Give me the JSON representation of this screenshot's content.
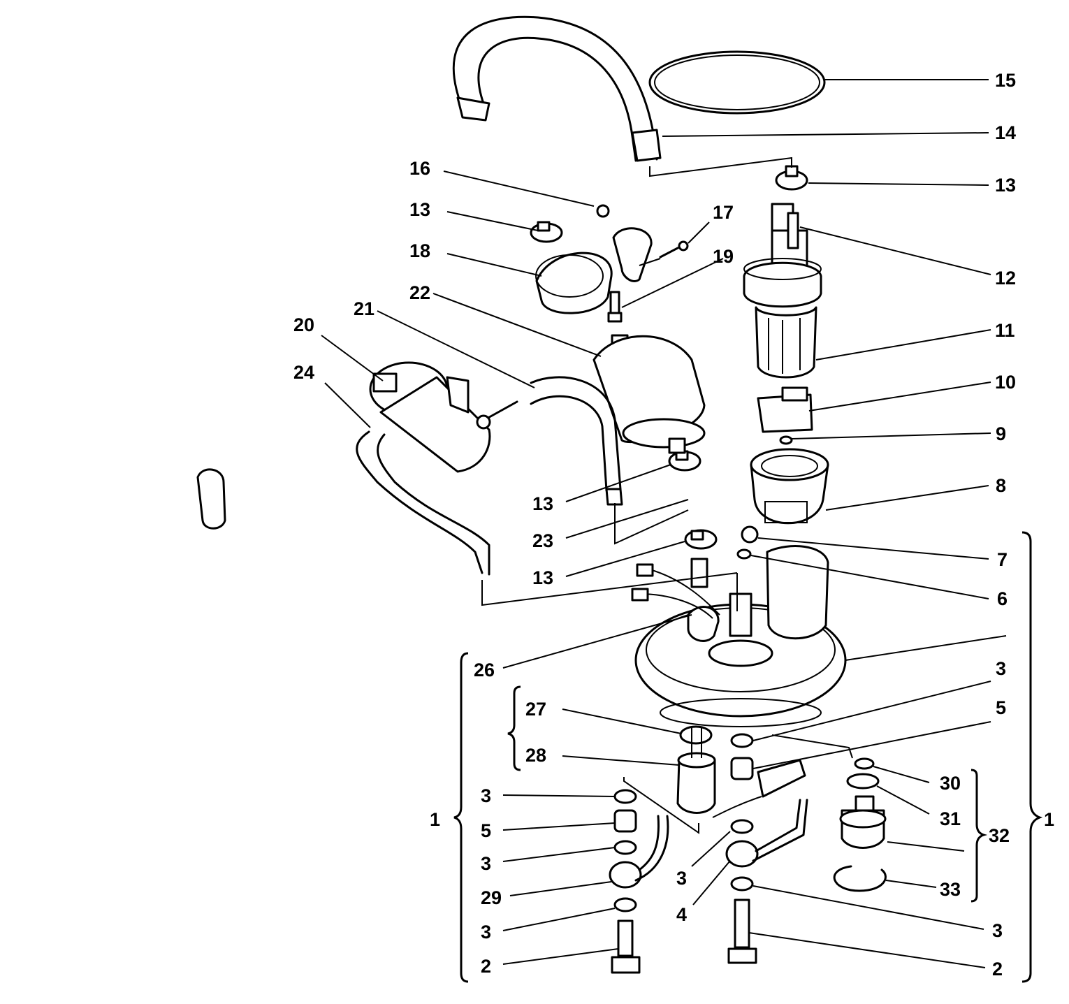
{
  "callouts": [
    {
      "id": "15",
      "text": "15"
    },
    {
      "id": "14",
      "text": "14"
    },
    {
      "id": "13a",
      "text": "13"
    },
    {
      "id": "12",
      "text": "12"
    },
    {
      "id": "11",
      "text": "11"
    },
    {
      "id": "10",
      "text": "10"
    },
    {
      "id": "9",
      "text": "9"
    },
    {
      "id": "8",
      "text": "8"
    },
    {
      "id": "7",
      "text": "7"
    },
    {
      "id": "6",
      "text": "6"
    },
    {
      "id": "3a",
      "text": "3"
    },
    {
      "id": "5a",
      "text": "5"
    },
    {
      "id": "30",
      "text": "30"
    },
    {
      "id": "31",
      "text": "31"
    },
    {
      "id": "32",
      "text": "32"
    },
    {
      "id": "33",
      "text": "33"
    },
    {
      "id": "1r",
      "text": "1"
    },
    {
      "id": "3b",
      "text": "3"
    },
    {
      "id": "2a",
      "text": "2"
    },
    {
      "id": "16",
      "text": "16"
    },
    {
      "id": "13b",
      "text": "13"
    },
    {
      "id": "18",
      "text": "18"
    },
    {
      "id": "17",
      "text": "17"
    },
    {
      "id": "19",
      "text": "19"
    },
    {
      "id": "22",
      "text": "22"
    },
    {
      "id": "21",
      "text": "21"
    },
    {
      "id": "20",
      "text": "20"
    },
    {
      "id": "24",
      "text": "24"
    },
    {
      "id": "13c",
      "text": "13"
    },
    {
      "id": "23",
      "text": "23"
    },
    {
      "id": "13d",
      "text": "13"
    },
    {
      "id": "26",
      "text": "26"
    },
    {
      "id": "27",
      "text": "27"
    },
    {
      "id": "28",
      "text": "28"
    },
    {
      "id": "1l",
      "text": "1"
    },
    {
      "id": "3c",
      "text": "3"
    },
    {
      "id": "5b",
      "text": "5"
    },
    {
      "id": "3d",
      "text": "3"
    },
    {
      "id": "29",
      "text": "29"
    },
    {
      "id": "3e",
      "text": "3"
    },
    {
      "id": "2b",
      "text": "2"
    },
    {
      "id": "3f",
      "text": "3"
    },
    {
      "id": "4",
      "text": "4"
    }
  ]
}
